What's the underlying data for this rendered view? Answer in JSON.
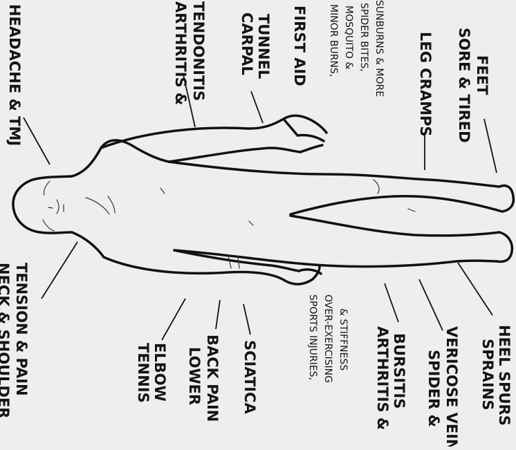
{
  "labels": {
    "headache": "HEADACHE & TMJ",
    "arthritis_tendonitis": [
      "ARTHRITIS &",
      "TENDONITIS"
    ],
    "carpal_tunnel": [
      "CARPAL",
      "TUNNEL"
    ],
    "first_aid": {
      "title": "FIRST AID",
      "items": [
        "MINOR BURNS,",
        "MOSQUITO &",
        "SPIDER BITES,",
        "SUNBURNS & MORE"
      ]
    },
    "leg_cramps": "LEG CRAMPS",
    "sore_feet": [
      "SORE & TIRED",
      "FEET"
    ],
    "neck_shoulder": [
      "NECK & SHOULDER",
      "TENSION & PAIN"
    ],
    "tennis_elbow": [
      "TENNIS",
      "ELBOW"
    ],
    "lower_back": [
      "LOWER",
      "BACK PAIN"
    ],
    "sciatica": "SCIATICA",
    "sports_injuries": [
      "SPORTS INJURIES,",
      "OVER-EXERCISING",
      "& STIFFNESS"
    ],
    "arthritis_bursitis": [
      "ARTHRITIS &",
      "BURSITIS"
    ],
    "spider_veins": [
      "SPIDER &",
      "VERICOSE VEINS"
    ],
    "sprains": [
      "SPRAINS",
      "HEEL SPURS"
    ]
  }
}
